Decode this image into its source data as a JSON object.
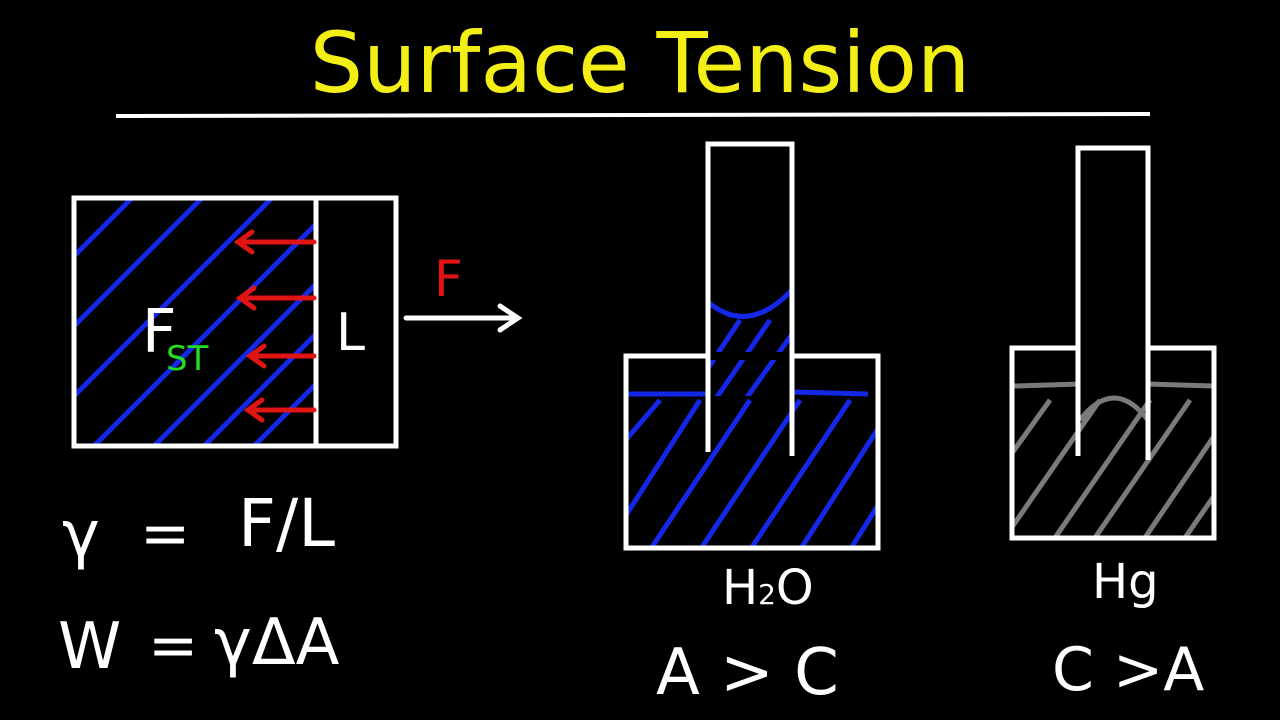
{
  "title": "Surface Tension",
  "colors": {
    "background": "#000000",
    "title": "#f2ee16",
    "outline": "#ffffff",
    "water": "#1426e6",
    "mercury": "#7a7a7a",
    "force_arrow": "#e11414",
    "st_label": "#22dd22"
  },
  "film_diagram": {
    "force_symbol": "F",
    "surface_tension_force_main": "F",
    "surface_tension_force_sub": "ST",
    "length_label": "L"
  },
  "equations": {
    "gamma_lhs": "γ",
    "gamma_eq": "=",
    "gamma_rhs": "F/L",
    "work_lhs": "W",
    "work_eq": "=",
    "work_rhs": "γΔA"
  },
  "water_tube": {
    "label_main": "H",
    "label_sub": "2",
    "label_tail": "O",
    "relation": "A > C"
  },
  "mercury_tube": {
    "label": "Hg",
    "relation": "C >A"
  }
}
